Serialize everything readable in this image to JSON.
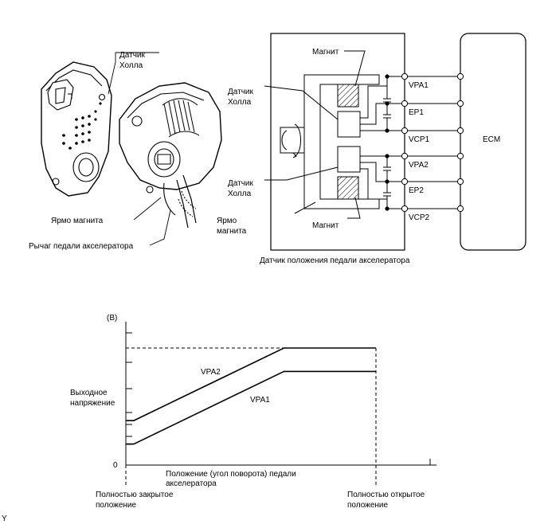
{
  "photo_labels": {
    "hall_sensor": [
      "Датчик",
      "Холла"
    ],
    "magnet_yoke": "Ярмо магнита",
    "pedal_lever": "Рычаг педали акселератора"
  },
  "schematic": {
    "magnet_top": "Магнит",
    "magnet_bottom": "Магнит",
    "hall_sensor_1": [
      "Датчик",
      "Холла"
    ],
    "hall_sensor_2": [
      "Датчик",
      "Холла"
    ],
    "magnet_yoke": [
      "Ярмо",
      "магнита"
    ],
    "terminals": [
      "VPA1",
      "EP1",
      "VCP1",
      "VPA2",
      "EP2",
      "VCP2"
    ],
    "ecm": "ECM",
    "caption": "Датчик положения педали акселератора"
  },
  "graph": {
    "panel_label": "(B)",
    "ylabel": [
      "Выходное",
      "напряжение"
    ],
    "zero": "0",
    "xlabel": [
      "Положение (угол поворота) педали",
      "акселератора"
    ],
    "closed": [
      "Полностью закрытое",
      "положение"
    ],
    "open": [
      "Полностью открытое",
      "положение"
    ],
    "series": [
      {
        "name": "VPA2",
        "values": [
          [
            0,
            0.38
          ],
          [
            0.62,
            1.0
          ],
          [
            1.0,
            1.0
          ]
        ]
      },
      {
        "name": "VPA1",
        "values": [
          [
            0,
            0.18
          ],
          [
            0.62,
            0.8
          ],
          [
            1.0,
            0.8
          ]
        ]
      }
    ],
    "max_line": 1.0
  },
  "corner_mark": "Y"
}
